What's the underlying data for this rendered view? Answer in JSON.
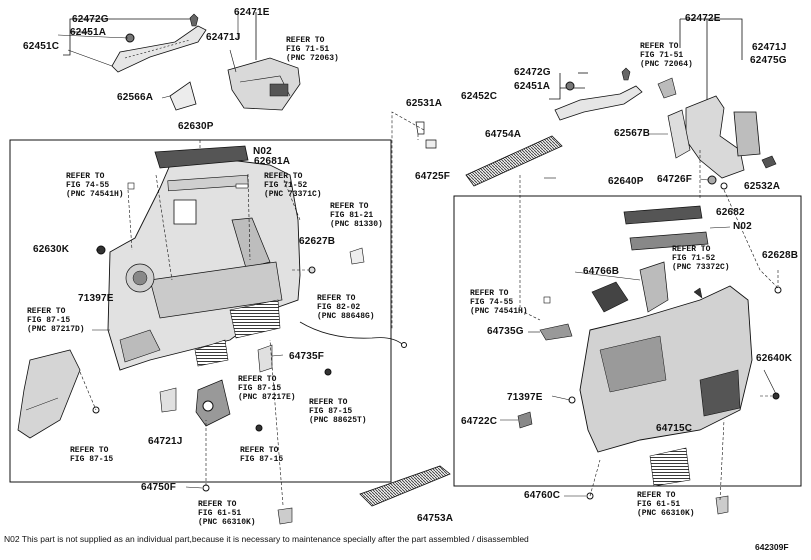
{
  "parts": {
    "p62472G_l": "62472G",
    "p62471E": "62471E",
    "p62451C": "62451C",
    "p62451A_l": "62451A",
    "p62471J_l": "62471J",
    "p62566A": "62566A",
    "p62630P": "62630P",
    "pN02_l": "N02",
    "p62681A": "62681A",
    "p62630K": "62630K",
    "p62627B": "62627B",
    "p71397E_l": "71397E",
    "p64735F": "64735F",
    "p64721J": "64721J",
    "p64750F": "64750F",
    "p62531A": "62531A",
    "p64725F": "64725F",
    "p64754A": "64754A",
    "p64753A": "64753A",
    "p62472E": "62472E",
    "p62471J_r": "62471J",
    "p62472G_r": "62472G",
    "p62475G": "62475G",
    "p62452C": "62452C",
    "p62451A_r": "62451A",
    "p62567B": "62567B",
    "p64726F": "64726F",
    "p62532A": "62532A",
    "p62640P": "62640P",
    "p62682": "62682",
    "pN02_r": "N02",
    "p62628B": "62628B",
    "p64766B": "64766B",
    "p64735G": "64735G",
    "p62640K": "62640K",
    "p71397E_r": "71397E",
    "p64722C": "64722C",
    "p64715C": "64715C",
    "p64760C": "64760C"
  },
  "refs": {
    "r1": {
      "l1": "REFER TO",
      "l2": "FIG 71-51",
      "l3": "(PNC 72063)"
    },
    "r2": {
      "l1": "REFER TO",
      "l2": "FIG 74-55",
      "l3": "(PNC 74541H)"
    },
    "r3": {
      "l1": "REFER TO",
      "l2": "FIG 71-52",
      "l3": "(PNC 73371C)"
    },
    "r4": {
      "l1": "REFER TO",
      "l2": "FIG 81-21",
      "l3": "(PNC 81330)"
    },
    "r5": {
      "l1": "REFER TO",
      "l2": "FIG 87-15",
      "l3": "(PNC 87217D)"
    },
    "r6": {
      "l1": "REFER TO",
      "l2": "FIG 82-02",
      "l3": "(PNC 88648G)"
    },
    "r7": {
      "l1": "REFER TO",
      "l2": "FIG 87-15",
      "l3": "(PNC 87217E)"
    },
    "r8": {
      "l1": "REFER TO",
      "l2": "FIG 87-15",
      "l3": "(PNC 88625T)"
    },
    "r9": {
      "l1": "REFER TO",
      "l2": "FIG 87-15"
    },
    "r10": {
      "l1": "REFER TO",
      "l2": "FIG 87-15"
    },
    "r11": {
      "l1": "REFER TO",
      "l2": "FIG 61-51",
      "l3": "(PNC 66310K)"
    },
    "r12": {
      "l1": "REFER TO",
      "l2": "FIG 71-51",
      "l3": "(PNC 72064)"
    },
    "r13": {
      "l1": "REFER TO",
      "l2": "FIG 71-52",
      "l3": "(PNC 73372C)"
    },
    "r14": {
      "l1": "REFER TO",
      "l2": "FIG 74-55",
      "l3": "(PNC 74541H)"
    },
    "r15": {
      "l1": "REFER TO",
      "l2": "FIG 61-51",
      "l3": "(PNC 66310K)"
    }
  },
  "footnote": "N02 This part is not supplied as an individual part,because it is necessary to maintenance specially after the part assembled / disassembled",
  "figure_id": "642309F",
  "colors": {
    "ink": "#111111",
    "panel_fill": "#d9d9d9",
    "panel_dark": "#555555"
  }
}
